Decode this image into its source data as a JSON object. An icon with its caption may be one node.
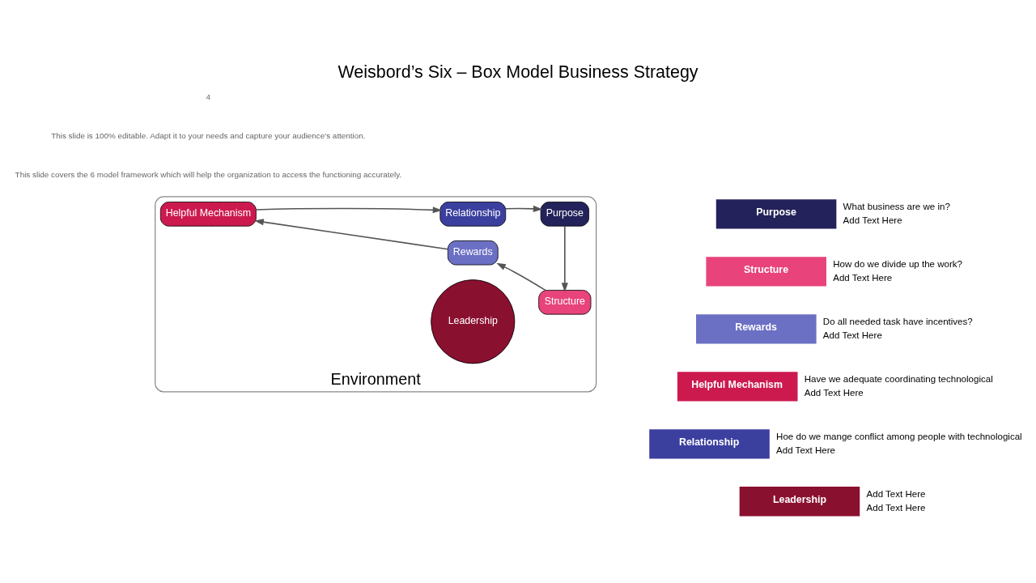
{
  "diagram": {
    "title": "Weisbord’s Six – Box Model Business Strategy",
    "nodes": [
      {
        "text": [
          "Environment"
        ]
      },
      {
        "text": [
          "Relationship"
        ],
        "in": 0
      },
      {
        "text": [
          "Purpose"
        ],
        "in": 0
      },
      {
        "text": [
          "Structure"
        ],
        "in": 0
      },
      {
        "text": [
          "Rewards"
        ],
        "in": 0
      },
      {
        "text": [
          "Helpful Mechanism"
        ],
        "in": 0
      },
      {
        "text": [
          "Leadership"
        ],
        "in": 0
      },
      {
        "text": [
          "Purpose"
        ],
        "beside": [
          "What business are we in?",
          "Add Text Here"
        ]
      },
      {
        "text": [
          "Structure"
        ],
        "beside": [
          "How do we divide up the work?",
          "Add Text Here"
        ]
      },
      {
        "text": [
          "Rewards"
        ],
        "beside": [
          "Do all needed task have incentives?",
          "Add Text Here"
        ]
      },
      {
        "text": [
          "Helpful Mechanism"
        ],
        "beside": [
          "Have we adequate coordinating technological",
          "Add Text Here"
        ]
      },
      {
        "text": [
          "Relationship"
        ],
        "beside": [
          "Hoe do we mange conflict among people with technological",
          "Add Text Here"
        ]
      },
      {
        "text": [
          "Leadership"
        ],
        "beside": [
          "Add Text Here",
          "Add Text Here"
        ]
      }
    ],
    "edges": [
      {
        "from": 1,
        "to": 2,
        "arrow": "to"
      },
      {
        "from": 2,
        "to": 3,
        "arrow": "to"
      },
      {
        "from": 3,
        "to": 4,
        "arrow": "to"
      },
      {
        "from": 4,
        "to": 5,
        "arrow": "to"
      },
      {
        "from": 5,
        "to": 1,
        "arrow": "to"
      }
    ],
    "labels": [
      "This slide covers the 6 model framework which will help the organization to access the functioning accurately.",
      "This slide is 100% editable. Adapt it to your needs and capture your audience's attention.",
      "4"
    ]
  }
}
